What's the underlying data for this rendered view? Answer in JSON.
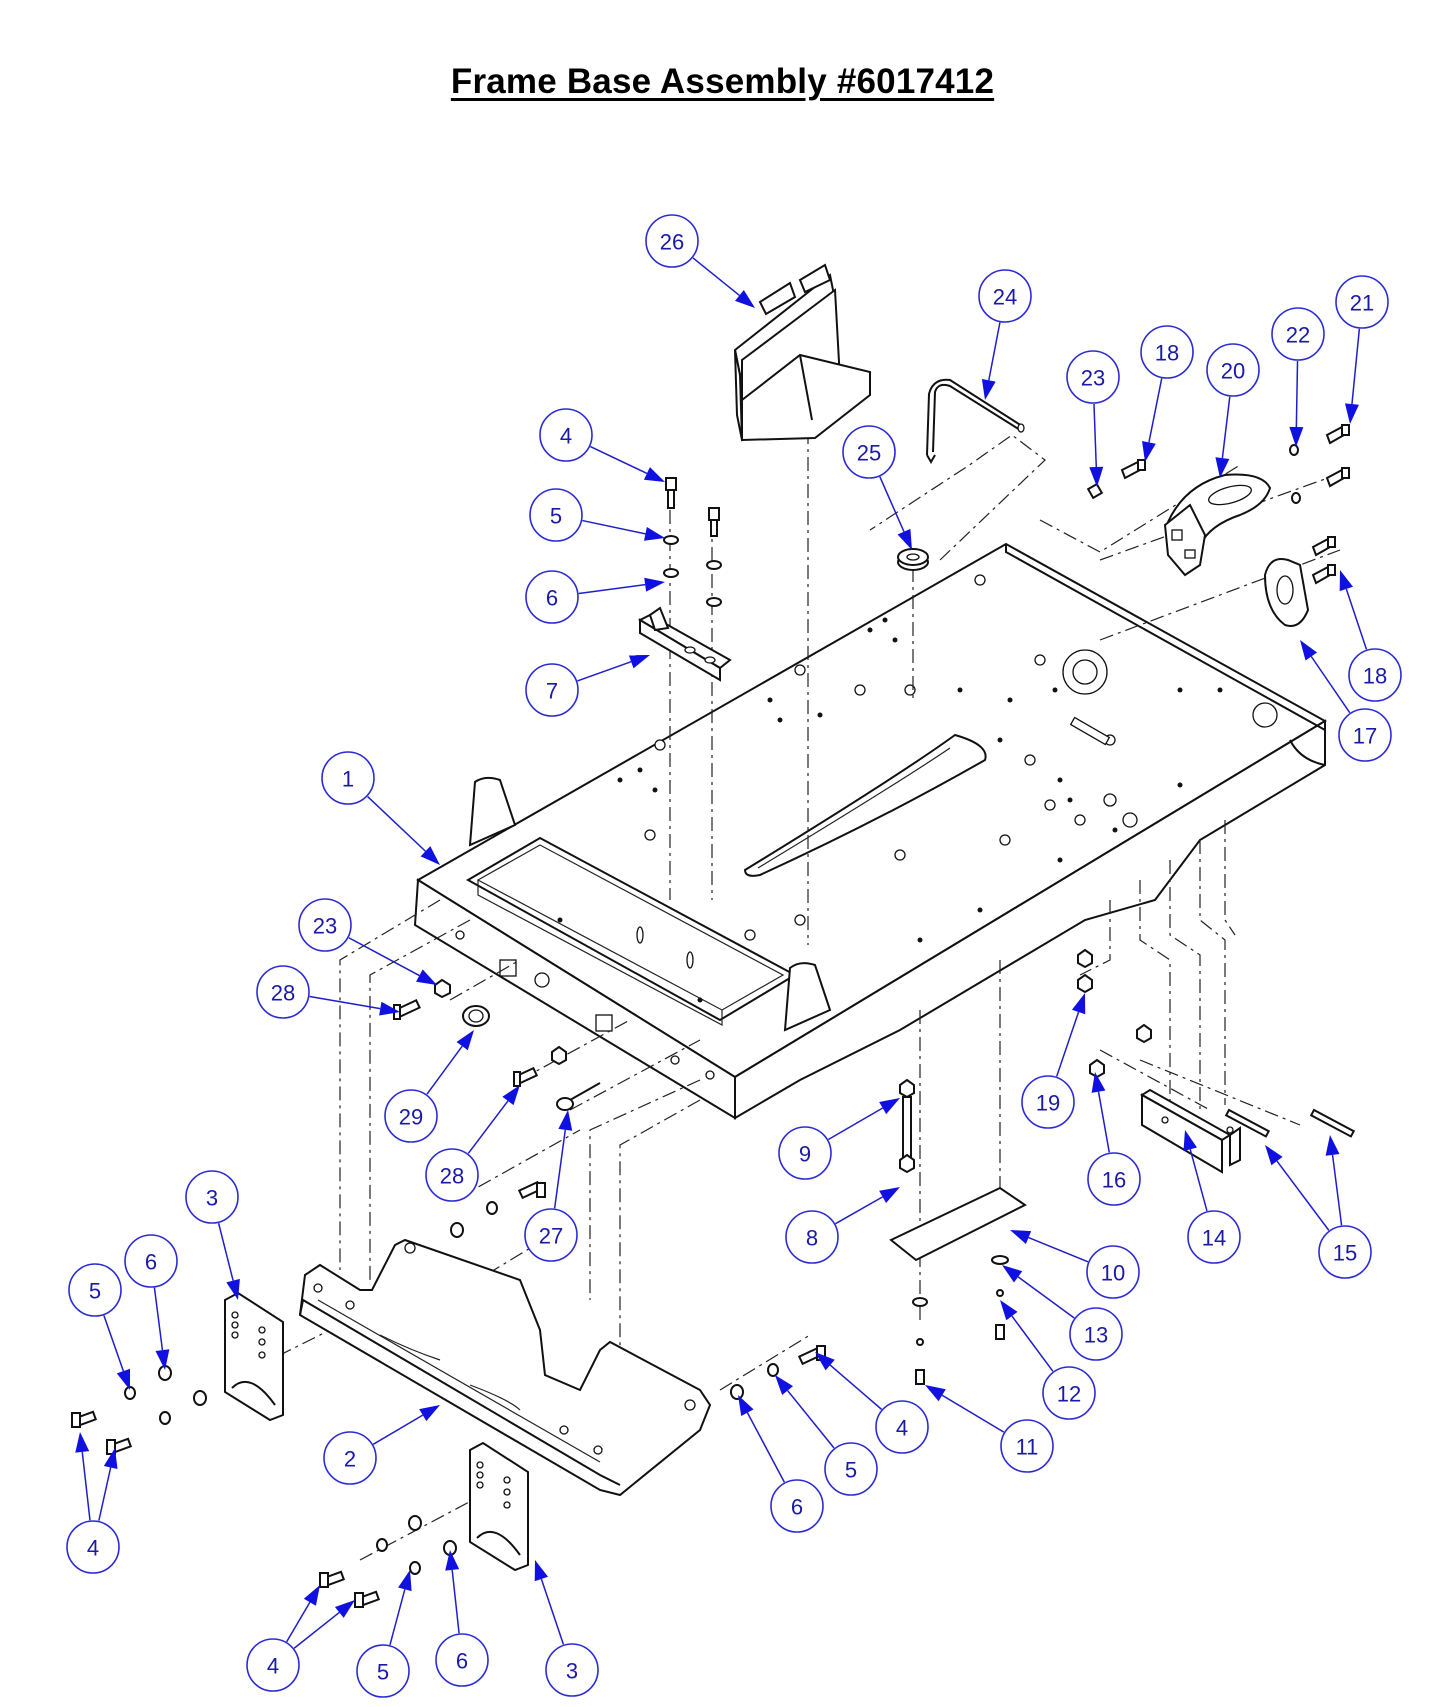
{
  "title": "Frame Base Assembly #6017412",
  "colors": {
    "callout": "#1a1aa8",
    "arrow": "#1010e0",
    "linework": "#111111"
  },
  "callouts": [
    {
      "id": "c1",
      "label": "1"
    },
    {
      "id": "c2",
      "label": "2"
    },
    {
      "id": "c3a",
      "label": "3"
    },
    {
      "id": "c3b",
      "label": "3"
    },
    {
      "id": "c4a",
      "label": "4"
    },
    {
      "id": "c4b",
      "label": "4"
    },
    {
      "id": "c4c",
      "label": "4"
    },
    {
      "id": "c4d",
      "label": "4"
    },
    {
      "id": "c5a",
      "label": "5"
    },
    {
      "id": "c5b",
      "label": "5"
    },
    {
      "id": "c5c",
      "label": "5"
    },
    {
      "id": "c5d",
      "label": "5"
    },
    {
      "id": "c6a",
      "label": "6"
    },
    {
      "id": "c6b",
      "label": "6"
    },
    {
      "id": "c6c",
      "label": "6"
    },
    {
      "id": "c6d",
      "label": "6"
    },
    {
      "id": "c7",
      "label": "7"
    },
    {
      "id": "c8",
      "label": "8"
    },
    {
      "id": "c9",
      "label": "9"
    },
    {
      "id": "c10",
      "label": "10"
    },
    {
      "id": "c11",
      "label": "11"
    },
    {
      "id": "c12",
      "label": "12"
    },
    {
      "id": "c13",
      "label": "13"
    },
    {
      "id": "c14",
      "label": "14"
    },
    {
      "id": "c15",
      "label": "15"
    },
    {
      "id": "c16",
      "label": "16"
    },
    {
      "id": "c17",
      "label": "17"
    },
    {
      "id": "c18a",
      "label": "18"
    },
    {
      "id": "c18b",
      "label": "18"
    },
    {
      "id": "c19",
      "label": "19"
    },
    {
      "id": "c20",
      "label": "20"
    },
    {
      "id": "c21",
      "label": "21"
    },
    {
      "id": "c22",
      "label": "22"
    },
    {
      "id": "c23a",
      "label": "23"
    },
    {
      "id": "c23b",
      "label": "23"
    },
    {
      "id": "c24",
      "label": "24"
    },
    {
      "id": "c25",
      "label": "25"
    },
    {
      "id": "c26",
      "label": "26"
    },
    {
      "id": "c27",
      "label": "27"
    },
    {
      "id": "c28a",
      "label": "28"
    },
    {
      "id": "c28b",
      "label": "28"
    },
    {
      "id": "c29",
      "label": "29"
    }
  ]
}
